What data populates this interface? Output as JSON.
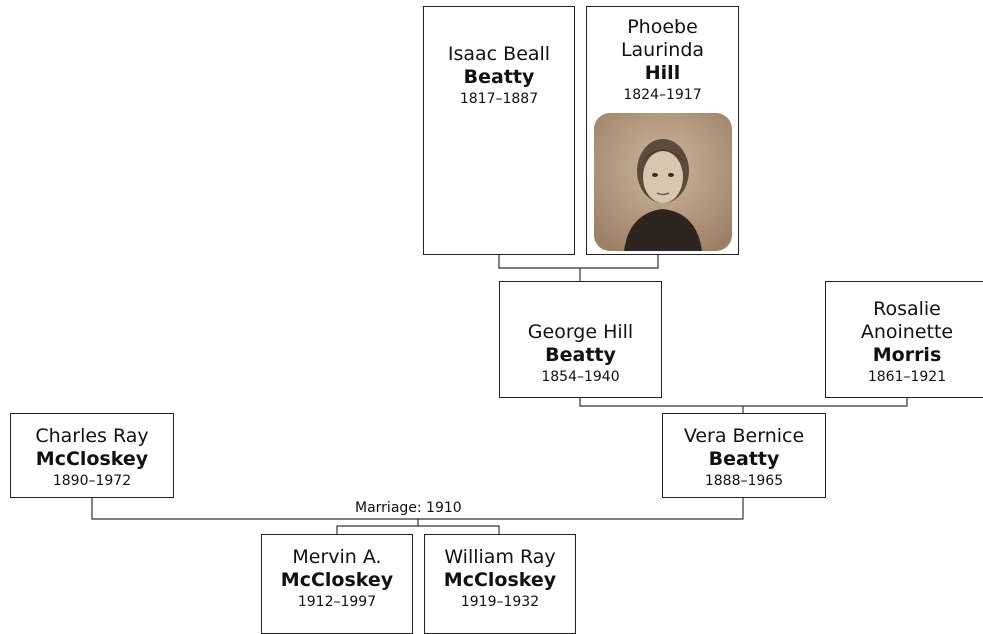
{
  "people": {
    "isaac": {
      "given": "Isaac Beall",
      "surname": "Beatty",
      "dates": "1817–1887"
    },
    "phoebe": {
      "given": "Phoebe Laurinda",
      "surname": "Hill",
      "dates": "1824–1917"
    },
    "george": {
      "given": "George Hill",
      "surname": "Beatty",
      "dates": "1854–1940"
    },
    "rosalie": {
      "given": "Rosalie Anoinette",
      "surname": "Morris",
      "dates": "1861–1921"
    },
    "charles": {
      "given": "Charles Ray",
      "surname": "McCloskey",
      "dates": "1890–1972"
    },
    "vera": {
      "given": "Vera Bernice",
      "surname": "Beatty",
      "dates": "1888–1965"
    },
    "mervin": {
      "given": "Mervin A.",
      "surname": "McCloskey",
      "dates": "1912–1997"
    },
    "william": {
      "given": "William Ray",
      "surname": "McCloskey",
      "dates": "1919–1932"
    }
  },
  "marriage_label": "Marriage: 1910",
  "colors": {
    "border": "#222222",
    "line": "#333333",
    "photo_sepia": "#b49a80"
  }
}
